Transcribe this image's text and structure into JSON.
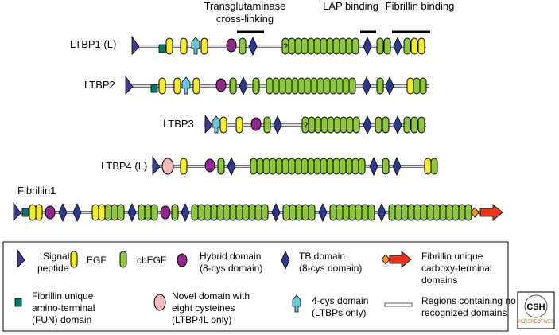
{
  "proteins": [
    {
      "id": "ltbp1",
      "label": "LTBP1 (L)"
    },
    {
      "id": "ltbp2",
      "label": "LTBP2"
    },
    {
      "id": "ltbp3",
      "label": "LTBP3"
    },
    {
      "id": "ltbp4",
      "label": "LTBP4 (L)"
    },
    {
      "id": "fibrillin1",
      "label": "Fibrillin1"
    }
  ],
  "region_labels": {
    "transglutaminase_line1": "Transglutaminase",
    "transglutaminase_line2": "cross-linking",
    "lap_binding": "LAP binding",
    "fibrillin_binding": "Fibrillin binding"
  },
  "uncertain_mark": "?",
  "legend": {
    "signal_peptide": [
      "Signal",
      "peptide"
    ],
    "egf": "EGF",
    "cbegf": "cbEGF",
    "hybrid": [
      "Hybrid domain",
      "(8-cys domain)"
    ],
    "tb": [
      "TB domain",
      "(8-cys domain)"
    ],
    "fibrillin_unique_c": [
      "Fibrillin unique",
      "carboxy-terminal",
      "domains"
    ],
    "fun": [
      "Fibrillin unique",
      "amino-terminal",
      "(FUN) domain"
    ],
    "novel": [
      "Novel domain with",
      "eight cysteines",
      "(LTBP4L only)"
    ],
    "four_cys": [
      "4-cys domain",
      "(LTBPs only)"
    ],
    "regions_none": [
      "Regions containing no",
      "recognized domains"
    ]
  },
  "logo": {
    "line1": "CSH",
    "line2": "PERSPECTIVES"
  },
  "colors": {
    "egf": "#f5ec2a",
    "cbegf": "#8dc63f",
    "hybrid": "#92278f",
    "tb": "#2b3990",
    "signal": "#3f3a96",
    "fun": "#00796b",
    "novel": "#f7b9b8",
    "four_cys": "#6cc7d9",
    "c_term_arrow": "#e8341c",
    "c_term_small": "#f7941d"
  }
}
